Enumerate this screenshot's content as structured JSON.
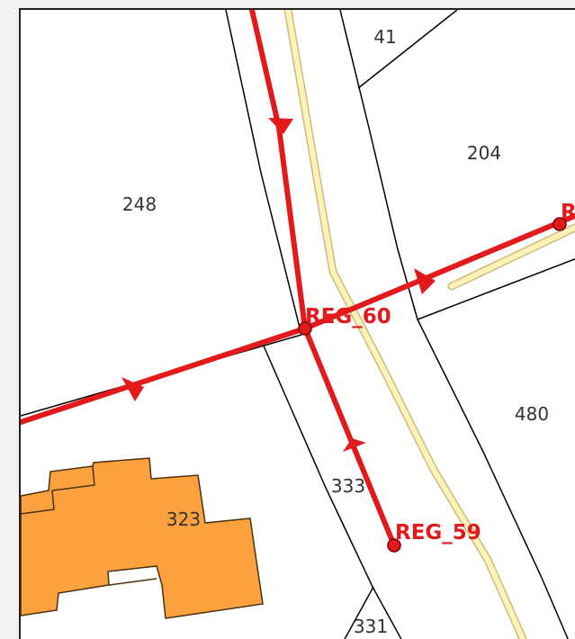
{
  "colors": {
    "background": "#ffffff",
    "parcel_line": "#000000",
    "network": "#e31a1c",
    "road_centerline": "#fff2b8",
    "road_centerline_edge": "#d8cc8a",
    "building_fill": "#fba23e",
    "building_stroke": "#5a3a10"
  },
  "parcels": [
    {
      "id": "41",
      "label": "41"
    },
    {
      "id": "204",
      "label": "204"
    },
    {
      "id": "248",
      "label": "248"
    },
    {
      "id": "480",
      "label": "480"
    },
    {
      "id": "323",
      "label": "323"
    },
    {
      "id": "333",
      "label": "333"
    },
    {
      "id": "331",
      "label": "331"
    }
  ],
  "nodes": [
    {
      "id": "REG_60",
      "label": "REG_60"
    },
    {
      "id": "REG_59",
      "label": "REG_59"
    },
    {
      "id": "REG_edge",
      "label": "R"
    }
  ],
  "icons": [
    "direction-arrow-icon",
    "network-node-icon"
  ]
}
